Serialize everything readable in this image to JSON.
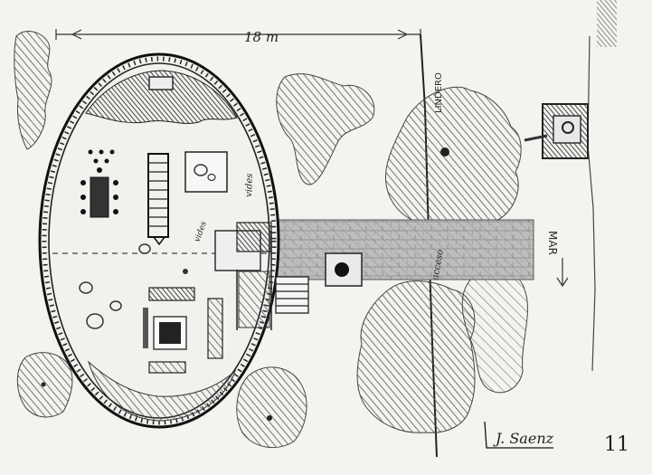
{
  "labels": {
    "dimension": "18 m",
    "lindero": "LINDERO",
    "mar": "MAR",
    "acceso": "acceso",
    "vides": "vides",
    "bottom_text": "vides",
    "signature": "J. Saenz",
    "page_number": "11"
  },
  "colors": {
    "paper": "#f4f3f0",
    "pencil": "#3a3a3a",
    "hatch": "#555555"
  }
}
